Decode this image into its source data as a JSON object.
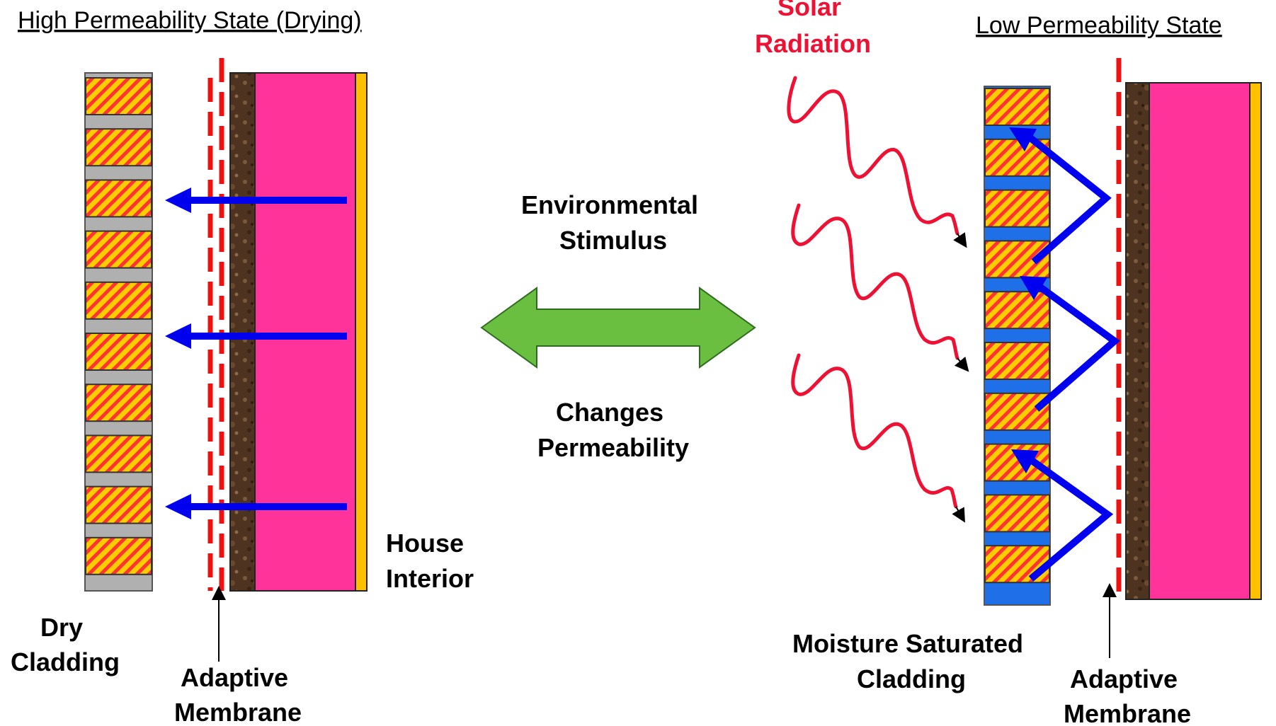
{
  "left_panel": {
    "heading": "High Permeability State (Drying)",
    "cladding_label": [
      "Dry",
      "Cladding"
    ],
    "membrane_label": [
      "Adaptive",
      "Membrane"
    ],
    "interior_label": [
      "House",
      "Interior"
    ]
  },
  "center": {
    "stimulus_label": [
      "Environmental",
      "Stimulus"
    ],
    "change_label": [
      "Changes",
      "Permeability"
    ]
  },
  "right_panel": {
    "heading": "Low Permeability State",
    "radiation_label": [
      "Solar",
      "Radiation"
    ],
    "cladding_label": [
      "Moisture Saturated",
      "Cladding"
    ],
    "membrane_label": [
      "Adaptive",
      "Membrane"
    ]
  },
  "colors": {
    "cladding_block": "#ffcc00",
    "cladding_hatch": "#ff3333",
    "dry_gap": "#b0b0b0",
    "wet_gap": "#1e6fe8",
    "sheathing": "#5a3a22",
    "insulation": "#ff3399",
    "drywall": "#ffc000",
    "membrane": "#ee1111",
    "vapor_arrow": "#0000ee",
    "double_arrow": "#6abf40",
    "radiation": "#ee1133"
  }
}
